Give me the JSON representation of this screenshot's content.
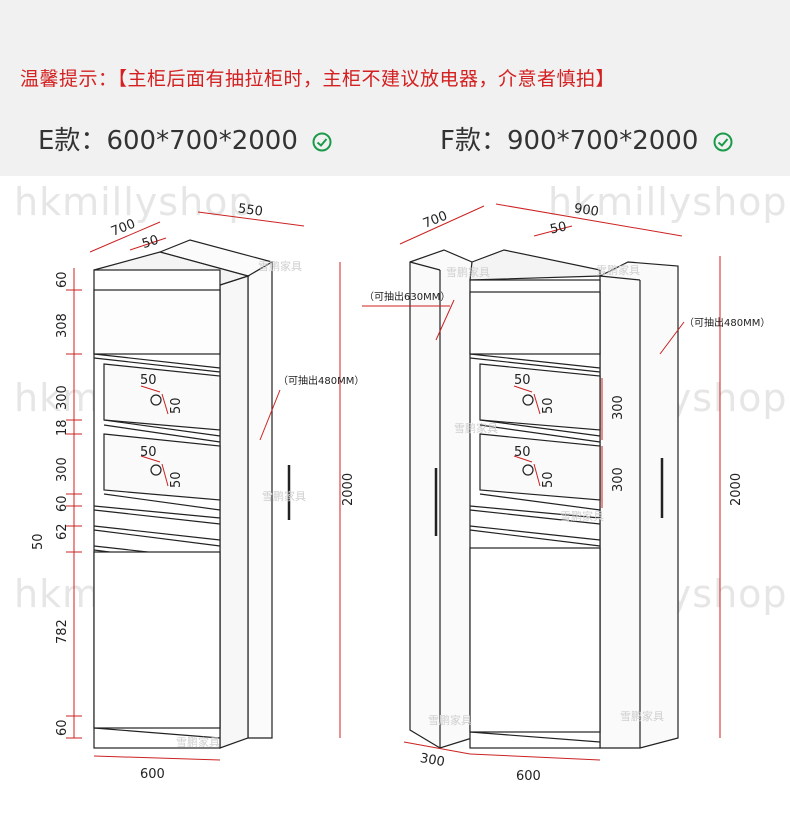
{
  "notice": {
    "lead": "温馨提示：",
    "text": "【主柜后面有抽拉柜时，主柜不建议放电器，介意者慎拍】"
  },
  "models": [
    {
      "label": "E款：",
      "size": "600*700*2000"
    },
    {
      "label": "F款：",
      "size": "900*700*2000"
    }
  ],
  "watermark": "hkmillyshop",
  "brand_watermark": "雪鹏家具",
  "colors": {
    "notice": "#d42020",
    "check": "#1a9a4a",
    "dim_line": "#cc2222"
  },
  "diagram_e": {
    "top_depth": "700",
    "top_width": "550",
    "top_gap": "50",
    "heights": [
      "60",
      "308",
      "300",
      "18",
      "300",
      "60",
      "62",
      "50",
      "782",
      "60"
    ],
    "hole_a": "50",
    "hole_b": "50",
    "hole_c": "50",
    "hole_d": "50",
    "pull_note": "（可抽出480MM）",
    "total_height": "2000",
    "bottom_width": "600"
  },
  "diagram_f": {
    "top_depth": "700",
    "top_width": "900",
    "top_gap": "50",
    "left_pull_note": "（可抽出630MM）",
    "right_pull_note": "（可抽出480MM）",
    "hole_a": "50",
    "hole_b": "50",
    "hole_c": "50",
    "hole_d": "50",
    "shelf_a": "300",
    "shelf_b": "300",
    "total_height": "2000",
    "bottom_left": "300",
    "bottom_right": "600"
  }
}
